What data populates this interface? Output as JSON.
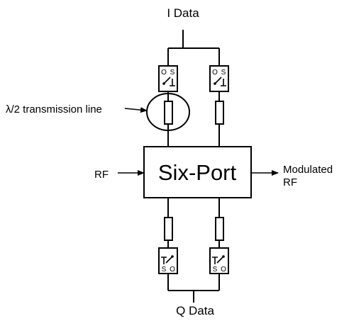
{
  "labels": {
    "i_data": "I Data",
    "q_data": "Q Data",
    "rf_in": "RF",
    "six_port": "Six-Port",
    "modulated_line1": "Modulated",
    "modulated_line2": "RF",
    "transmission_line": "λ/2 transmission line"
  },
  "switch": {
    "open": "O",
    "short": "S"
  }
}
